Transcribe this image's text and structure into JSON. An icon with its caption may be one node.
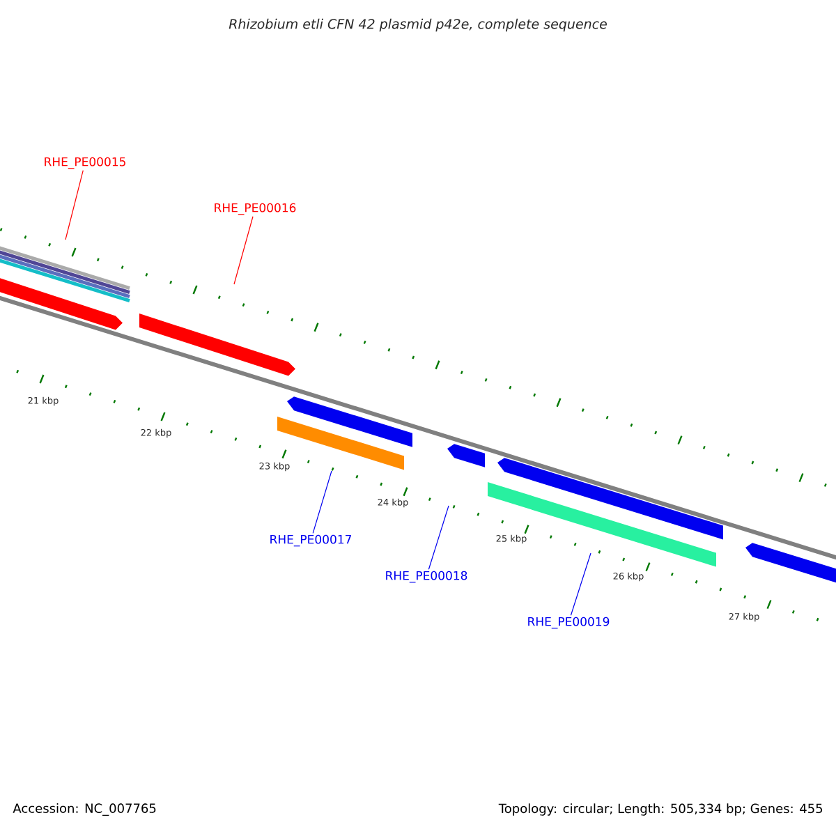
{
  "diagram": {
    "title": "Rhizobium etli CFN 42 plasmid p42e, complete sequence",
    "nodes": [
      {
        "text": [
          "RHE_PE00015"
        ]
      },
      {
        "text": [
          "RHE_PE00016"
        ]
      },
      {
        "text": [
          "RHE_PE00017"
        ]
      },
      {
        "text": [
          "RHE_PE00018"
        ]
      },
      {
        "text": [
          "RHE_PE00019"
        ]
      }
    ],
    "edges": [
      {
        "from": 0,
        "to": null,
        "arrow": "none",
        "color": "#ff0000"
      },
      {
        "from": 1,
        "to": null,
        "arrow": "none",
        "color": "#ff0000"
      },
      {
        "from": 2,
        "to": null,
        "arrow": "none"
      },
      {
        "from": 3,
        "to": null,
        "arrow": "none"
      },
      {
        "from": 4,
        "to": null,
        "arrow": "none"
      }
    ],
    "labels": [
      "21 kbp",
      "22 kbp",
      "23 kbp",
      "24 kbp",
      "25 kbp",
      "26 kbp",
      "27 kbp",
      "Accession: NC_007765",
      "Topology: circular; Length: 505,334 bp; Genes: 455"
    ]
  }
}
